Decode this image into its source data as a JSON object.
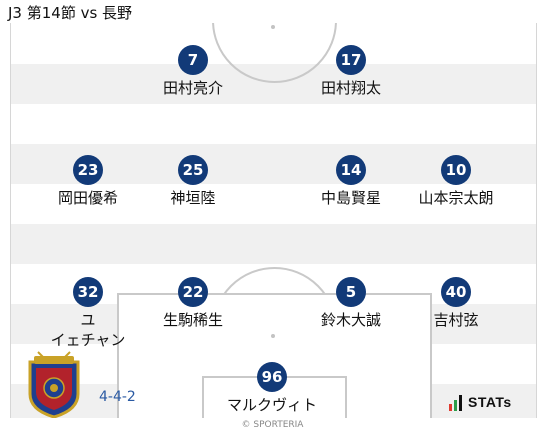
{
  "header": {
    "title": "J3 第14節 vs 長野"
  },
  "lineup": {
    "formation": "4-4-2",
    "players": [
      {
        "number": "7",
        "name": "田村亮介"
      },
      {
        "number": "17",
        "name": "田村翔太"
      },
      {
        "number": "23",
        "name": "岡田優希"
      },
      {
        "number": "25",
        "name": "神垣陸"
      },
      {
        "number": "14",
        "name": "中島賢星"
      },
      {
        "number": "10",
        "name": "山本宗太朗"
      },
      {
        "number": "32",
        "name": "ユ\nイェチャン"
      },
      {
        "number": "22",
        "name": "生駒稀生"
      },
      {
        "number": "5",
        "name": "鈴木大誠"
      },
      {
        "number": "40",
        "name": "吉村弦"
      },
      {
        "number": "96",
        "name": "マルクヴィト"
      }
    ]
  },
  "branding": {
    "stats_label": "STATs",
    "copyright": "© SPORTERIA",
    "accent_color": "#123a78",
    "stats_bar_colors": [
      "#e03b2f",
      "#2c9e4a",
      "#111111"
    ]
  }
}
